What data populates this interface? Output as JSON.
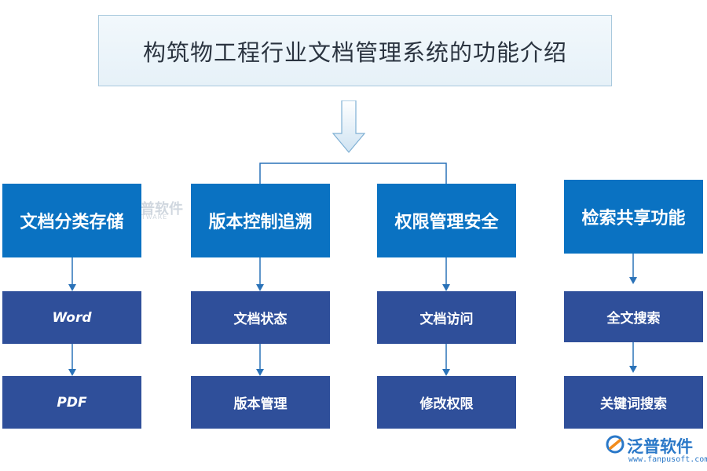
{
  "title": "构筑物工程行业文档管理系统的功能介绍",
  "categories": [
    {
      "label": "文档分类存储",
      "items": [
        "Word",
        "PDF"
      ]
    },
    {
      "label": "版本控制追溯",
      "items": [
        "文档状态",
        "版本管理"
      ]
    },
    {
      "label": "权限管理安全",
      "items": [
        "文档访问",
        "修改权限"
      ]
    },
    {
      "label": "检索共享功能",
      "items": [
        "全文搜索",
        "关键词搜索"
      ]
    }
  ],
  "watermark": {
    "name": "泛普软件",
    "sub": "SOFTWARE"
  },
  "logo": {
    "name": "泛普软件",
    "url": "www.fanpusoft.com"
  },
  "colors": {
    "category": "#0a72c2",
    "item": "#2f4f9a",
    "connector": "#2a72b8"
  }
}
